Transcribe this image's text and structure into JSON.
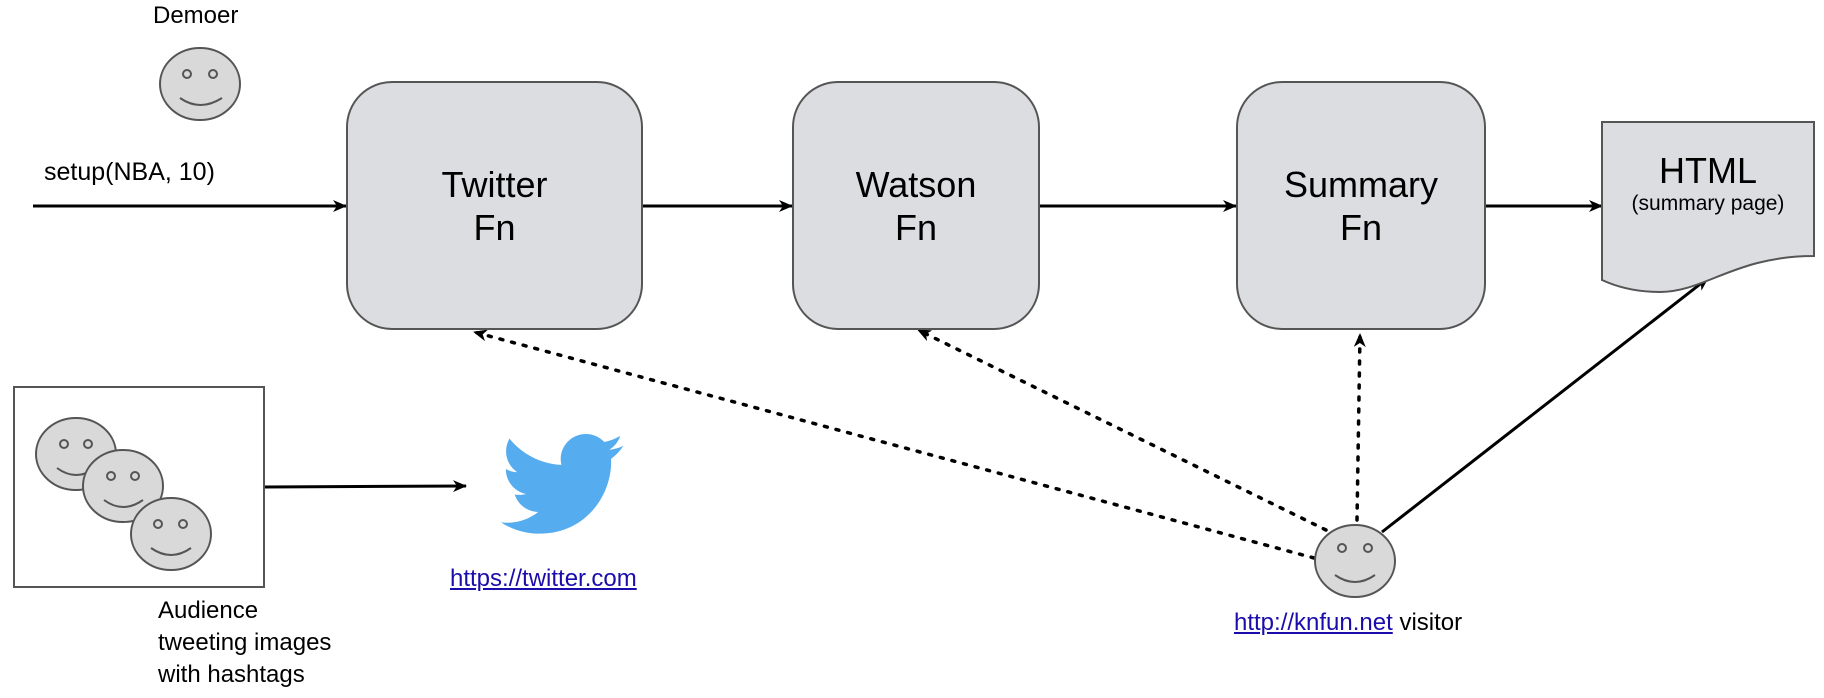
{
  "demoer_label": "Demoer",
  "setup_call": "setup(NBA, 10)",
  "functions": [
    {
      "line1": "Twitter",
      "line2": "Fn"
    },
    {
      "line1": "Watson",
      "line2": "Fn"
    },
    {
      "line1": "Summary",
      "line2": "Fn"
    }
  ],
  "html_doc": {
    "title": "HTML",
    "subtitle": "(summary page)"
  },
  "twitter": {
    "url": "https://twitter.com",
    "icon": "twitter-bird-icon",
    "color": "#55acee"
  },
  "audience": {
    "line1": "Audience",
    "line2": "tweeting images",
    "line3": "with hashtags"
  },
  "visitor": {
    "url": "http://knfun.net",
    "suffix": " visitor"
  },
  "colors": {
    "box_fill": "#dcdde0",
    "face_fill": "#d9d9d9",
    "link": "#1a0dab"
  }
}
